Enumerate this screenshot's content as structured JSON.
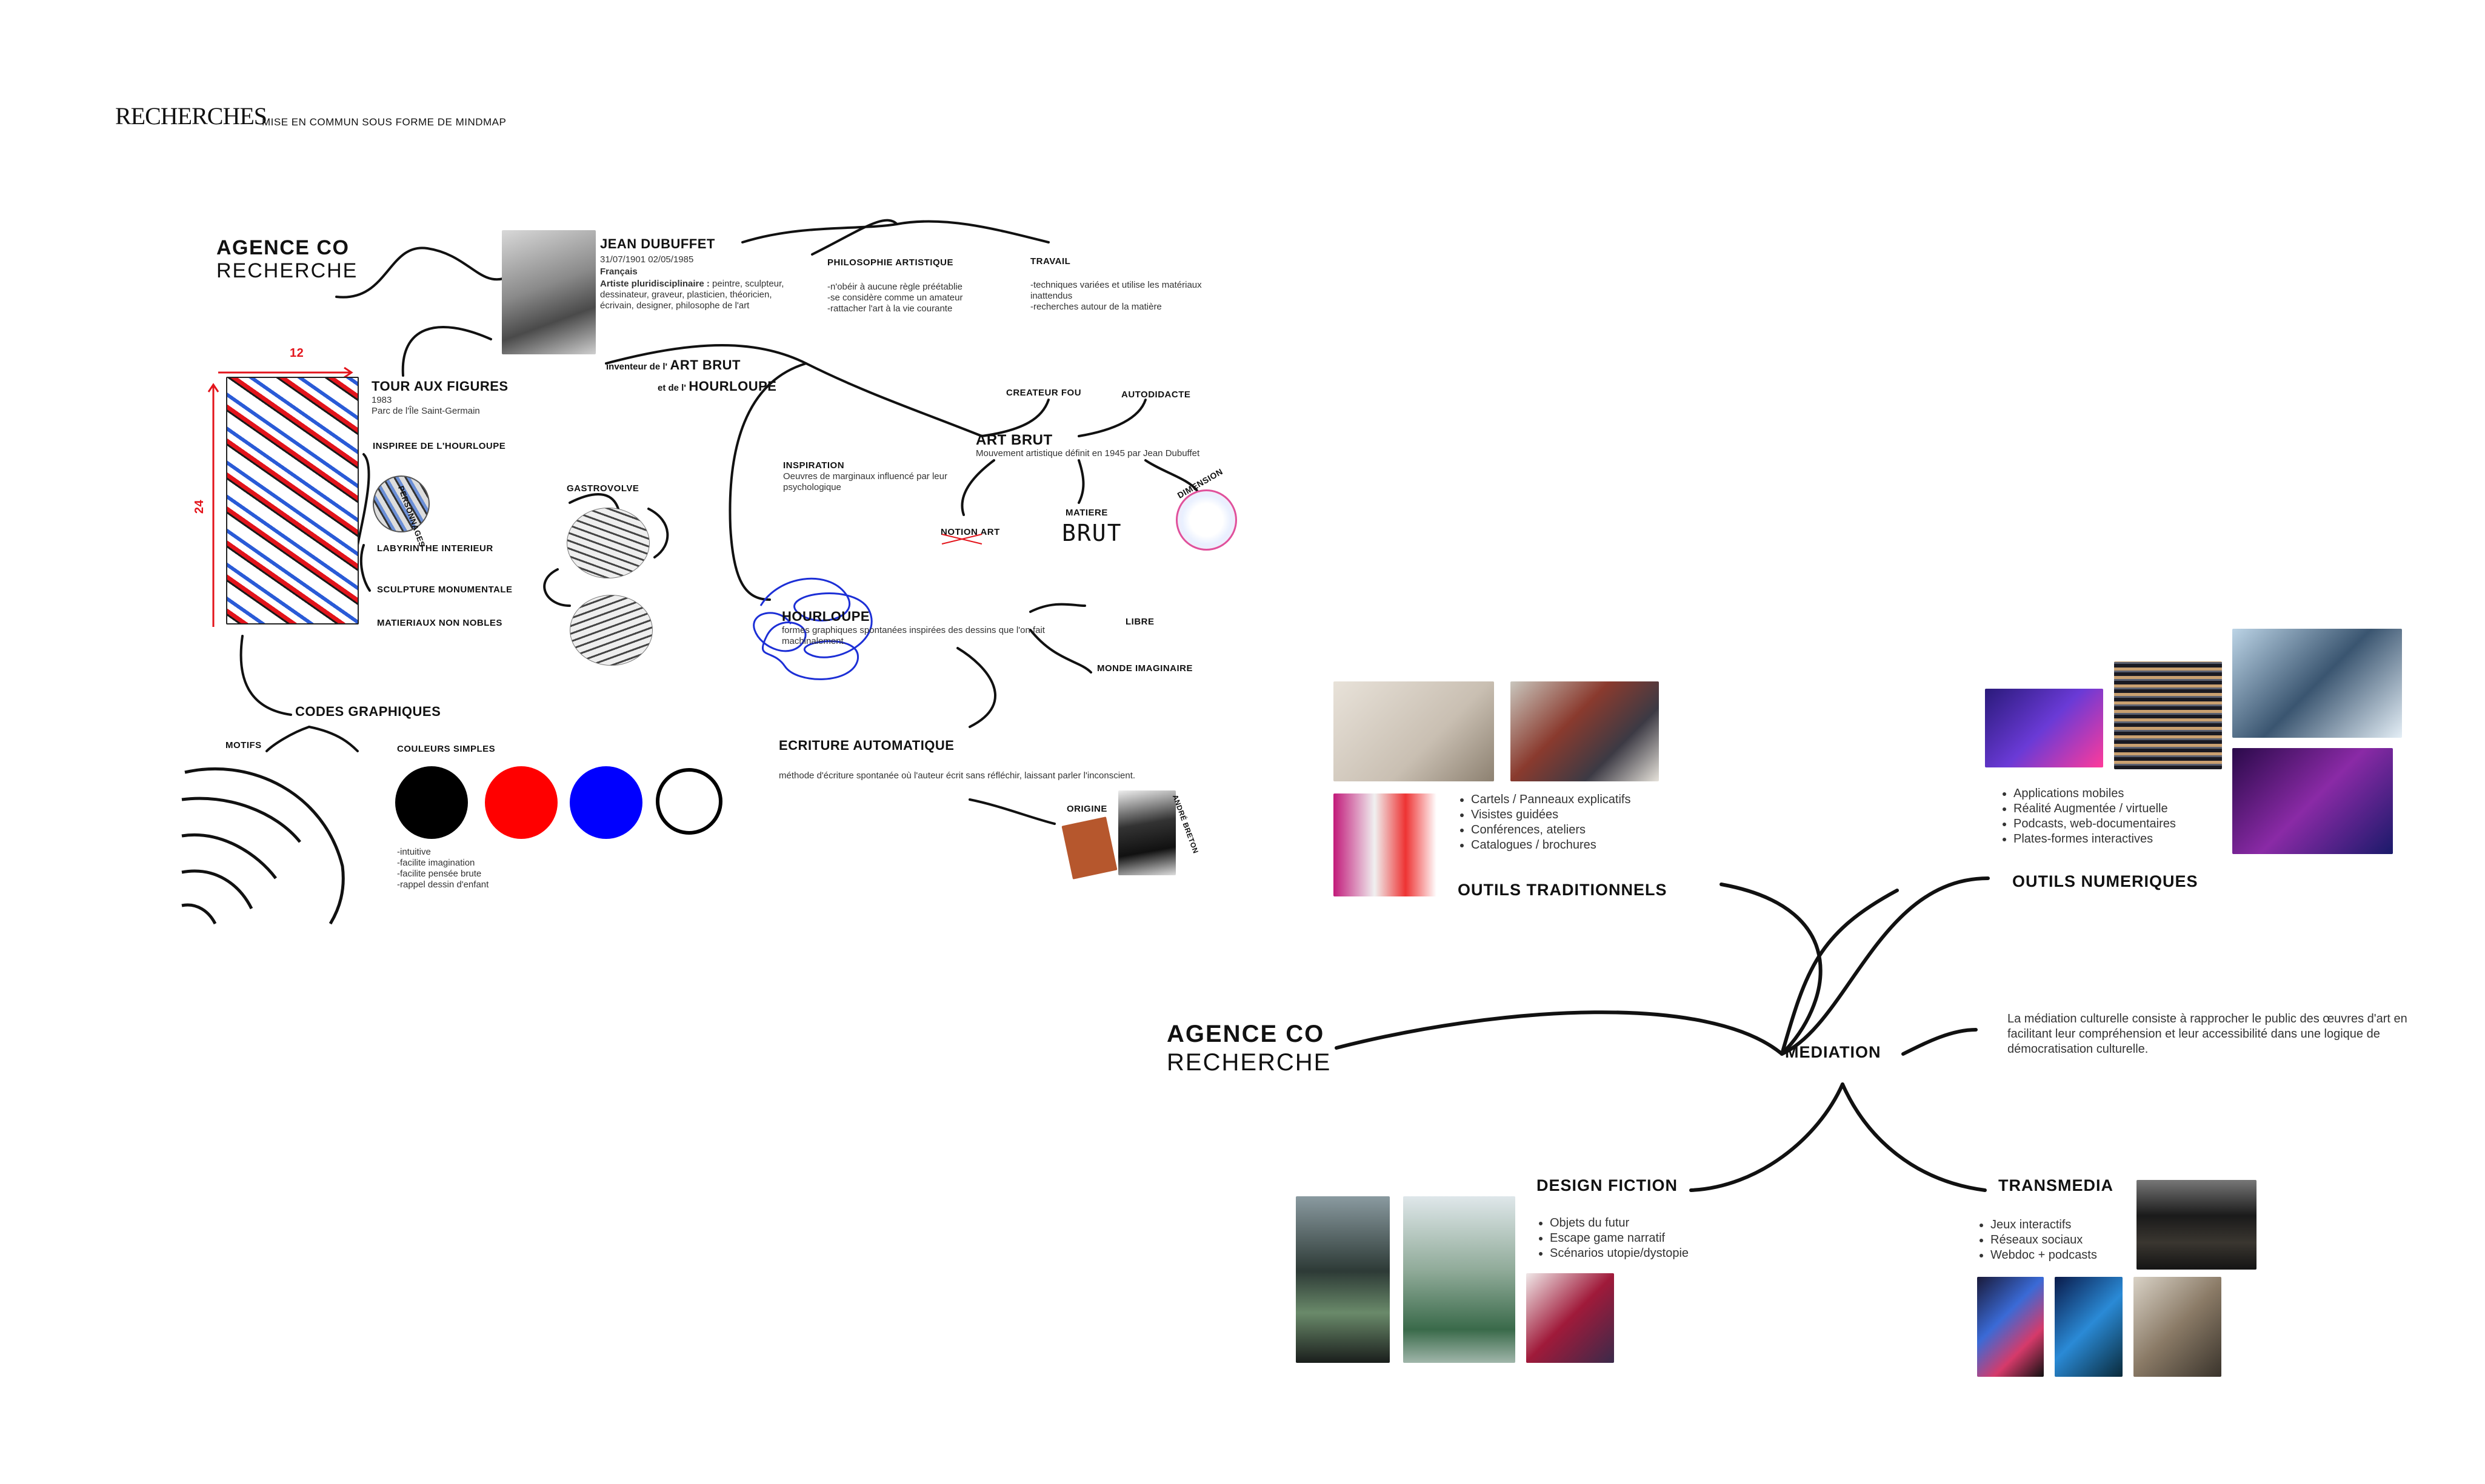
{
  "header": {
    "title": "RECHERCHES",
    "subtitle": "MISE EN COMMUN SOUS FORME DE MINDMAP"
  },
  "left_map": {
    "root": {
      "line1": "AGENCE CO",
      "line2": "RECHERCHE"
    },
    "dubuffet": {
      "name": "JEAN DUBUFFET",
      "dates": "31/07/1901   02/05/1985",
      "nationality": "Français",
      "role_label": "Artiste pluridisciplinaire :",
      "role_text": "peintre, sculpteur, dessinateur, graveur, plasticien, théoricien, écrivain, designer, philosophe de l'art"
    },
    "philosophie": {
      "title": "PHILOSOPHIE ARTISTIQUE",
      "lines": [
        "-n'obéir à aucune règle préétablie",
        "-se considère comme un amateur",
        "-rattacher l'art à la vie courante"
      ]
    },
    "travail": {
      "title": "TRAVAIL",
      "lines": [
        "-techniques variées et utilise les matériaux inattendus",
        "-recherches autour de la matière"
      ]
    },
    "inventeur": {
      "prefix1": "inventeur de l'",
      "art_brut": "ART BRUT",
      "prefix2": "et de l'",
      "hourloupe": "HOURLOUPE"
    },
    "tour": {
      "dim_width": "12",
      "dim_height": "24",
      "title": "TOUR AUX FIGURES",
      "year": "1983",
      "place": "Parc de l'Île Saint-Germain",
      "items": [
        "INSPIREE DE L'HOURLOUPE",
        "LABYRINTHE INTERIEUR",
        "SCULPTURE MONUMENTALE",
        "MATIERIAUX NON NOBLES"
      ],
      "personnages": "PERSONNAGES",
      "gastrovolve": "GASTROVOLVE"
    },
    "codes": {
      "title": "CODES GRAPHIQUES",
      "motifs": "MOTIFS",
      "couleurs": "COULEURS SIMPLES",
      "colors": [
        "#000000",
        "#ff0000",
        "#0000ff",
        "#ffffff"
      ],
      "notes": [
        "-intuitive",
        "-facilite imagination",
        "-facilite pensée brute",
        "-rappel dessin d'enfant"
      ]
    },
    "art_brut": {
      "title": "ART BRUT",
      "definition": "Mouvement artistique définit en 1945 par Jean Dubuffet",
      "createur": "CREATEUR FOU",
      "autodidacte": "AUTODIDACTE",
      "inspiration_title": "INSPIRATION",
      "inspiration_text": "Oeuvres de marginaux influencé par leur psychologique",
      "notion_art": "NOTION ART",
      "matiere": "MATIERE",
      "brut_word": "BRUT",
      "dimension": "DIMENSION"
    },
    "hourloupe": {
      "title": "HOURLOUPE",
      "text": "formes graphiques spontanées inspirées des dessins que l'on fait machinalement.",
      "libre": "LIBRE",
      "monde": "MONDE IMAGINAIRE"
    },
    "ecriture": {
      "title": "ECRITURE AUTOMATIQUE",
      "text": "méthode d'écriture spontanée où l'auteur écrit sans réfléchir, laissant parler l'inconscient.",
      "origine": "ORIGINE",
      "breton": "ANDRÉ BRETON"
    }
  },
  "right_map": {
    "root": {
      "line1": "AGENCE CO",
      "line2": "RECHERCHE"
    },
    "center": "MEDIATION",
    "definition": "La médiation culturelle consiste à rapprocher le public des œuvres d'art en facilitant leur compréhension et leur accessibilité dans une logique de démocratisation culturelle.",
    "traditionnels": {
      "title": "OUTILS TRADITIONNELS",
      "items": [
        "Cartels / Panneaux explicatifs",
        "Visistes guidées",
        "Conférences, ateliers",
        "Catalogues / brochures"
      ]
    },
    "numeriques": {
      "title": "OUTILS NUMERIQUES",
      "items": [
        "Applications mobiles",
        "Réalité Augmentée / virtuelle",
        "Podcasts, web-documentaires",
        "Plates-formes interactives"
      ]
    },
    "design_fiction": {
      "title": "DESIGN FICTION",
      "items": [
        "Objets du futur",
        "Escape game narratif",
        "Scénarios utopie/dystopie"
      ]
    },
    "transmedia": {
      "title": "TRANSMEDIA",
      "items": [
        "Jeux interactifs",
        "Réseaux sociaux",
        "Webdoc + podcasts"
      ]
    }
  },
  "colors": {
    "accent_red": "#e3141b",
    "scribble_blue": "#1c2fd6"
  }
}
